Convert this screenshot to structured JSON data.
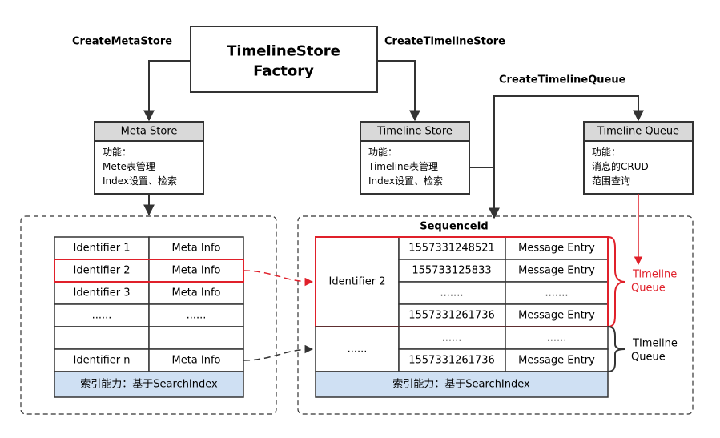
{
  "factory": {
    "line1": "TimelineStore",
    "line2": "Factory"
  },
  "edges": {
    "create_meta_store": "CreateMetaStore",
    "create_timeline_store": "CreateTimelineStore",
    "create_timeline_queue": "CreateTimelineQueue"
  },
  "meta_store": {
    "title": "Meta Store",
    "lines": [
      "功能：",
      "Mete表管理",
      "Index设置、检索"
    ]
  },
  "timeline_store": {
    "title": "Timeline Store",
    "lines": [
      "功能：",
      "Timeline表管理",
      "Index设置、检索"
    ]
  },
  "timeline_queue": {
    "title": "Timeline Queue",
    "lines": [
      "功能：",
      "消息的CRUD",
      "范围查询"
    ]
  },
  "meta_table": {
    "rows": [
      [
        "Identifier 1",
        "Meta Info"
      ],
      [
        "Identifier 2",
        "Meta Info"
      ],
      [
        "Identifier 3",
        "Meta Info"
      ],
      [
        "......",
        "......"
      ],
      [
        "",
        ""
      ],
      [
        "Identifier n",
        "Meta Info"
      ]
    ],
    "index_label": "索引能力：基于SearchIndex"
  },
  "timeline_table": {
    "header": "SequenceId",
    "group1": {
      "identifier": "Identifier 2",
      "rows": [
        [
          "1557331248521",
          "Message Entry"
        ],
        [
          "155733125833",
          "Message Entry"
        ],
        [
          ".......",
          "......."
        ],
        [
          "1557331261736",
          "Message Entry"
        ]
      ],
      "queue_label_1": "Timeline",
      "queue_label_2": "Queue"
    },
    "group2": {
      "identifier": "......",
      "rows": [
        [
          "......",
          "......"
        ],
        [
          "1557331261736",
          "Message Entry"
        ]
      ],
      "queue_label_1": "TImeline",
      "queue_label_2": "Queue"
    },
    "index_label": "索引能力：基于SearchIndex"
  },
  "colors": {
    "highlight": "#e0202a",
    "index_fill": "#cfe0f3",
    "header_fill": "#d9d9d9",
    "line": "#333333"
  }
}
